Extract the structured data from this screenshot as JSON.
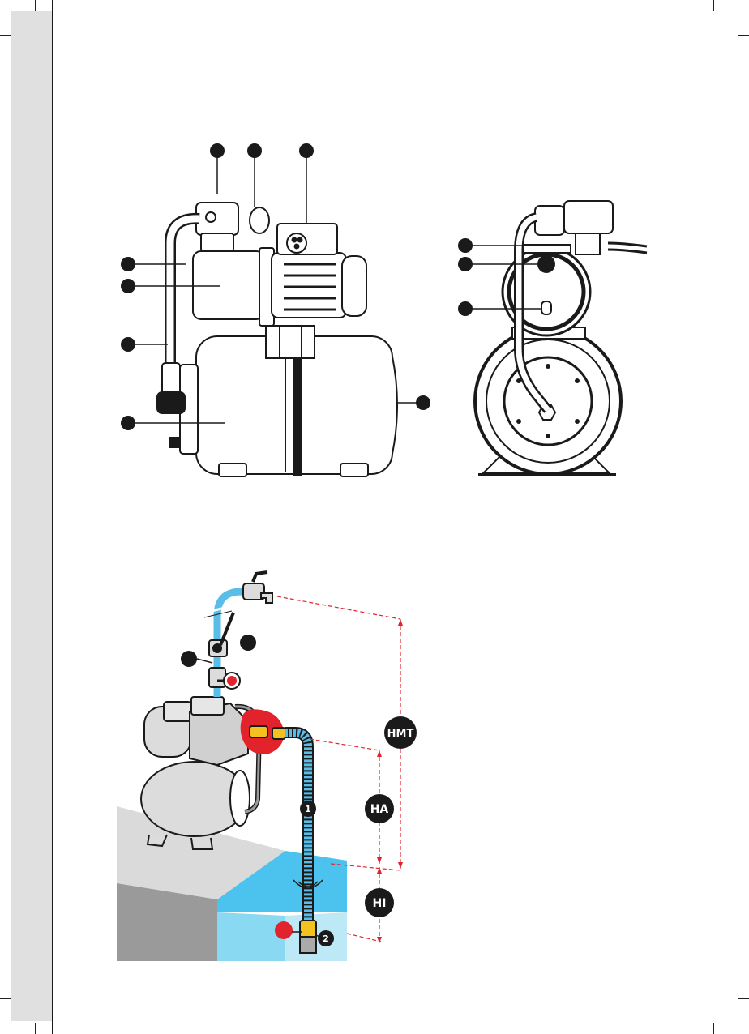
{
  "colors": {
    "sidebar": "#e0e0e0",
    "callout": "#1a1a1a",
    "water_light": "#8ad9f2",
    "water_mid": "#4cc3ee",
    "hose_blue": "#58bde8",
    "dimension_red": "#e0242e",
    "highlight_red": "#e3232b",
    "ground_light": "#dadada",
    "ground_dark": "#9a9a9a",
    "tank_grey": "#dcdcdc"
  },
  "installation": {
    "hose_marker": "1",
    "filter_marker": "2",
    "dimensions": {
      "total_head": "HMT",
      "suction_head": "HA",
      "immersion_depth": "HI"
    }
  },
  "icons": [
    "callout-dot",
    "water-ripple-icon",
    "pressure-gauge-icon",
    "tap-icon",
    "ball-valve-icon"
  ]
}
